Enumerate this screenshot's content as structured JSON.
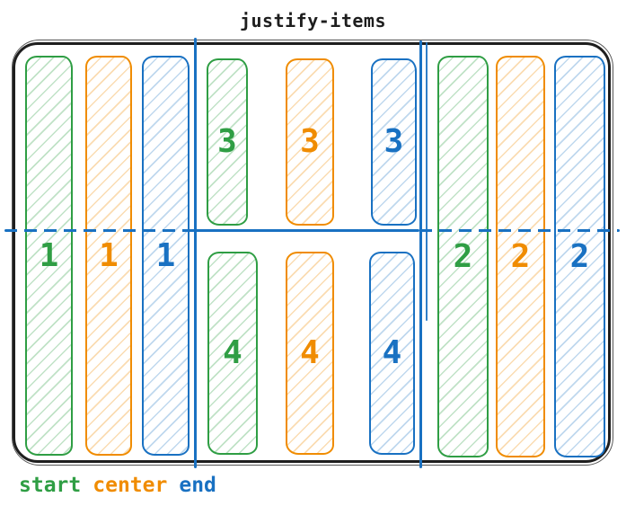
{
  "title": "justify-items",
  "palette": {
    "green": "#2f9e44",
    "orange": "#f08c00",
    "blue": "#1971c2",
    "ink": "#1e1e1e"
  },
  "legend": {
    "items": [
      {
        "label": "start",
        "color": "#2f9e44"
      },
      {
        "label": "center",
        "color": "#f08c00"
      },
      {
        "label": "end",
        "color": "#1971c2"
      }
    ]
  },
  "diagram": {
    "property": "justify-items",
    "grid": {
      "columns": 3,
      "rows": 2,
      "line_color": "#1971c2",
      "container_color": "#1e1e1e"
    },
    "items": {
      "column1": [
        {
          "label": "1",
          "alignment": "start",
          "color": "#2f9e44"
        },
        {
          "label": "1",
          "alignment": "center",
          "color": "#f08c00"
        },
        {
          "label": "1",
          "alignment": "end",
          "color": "#1971c2"
        }
      ],
      "column2_row1": [
        {
          "label": "3",
          "alignment": "start",
          "color": "#2f9e44"
        },
        {
          "label": "3",
          "alignment": "center",
          "color": "#f08c00"
        },
        {
          "label": "3",
          "alignment": "end",
          "color": "#1971c2"
        }
      ],
      "column2_row2": [
        {
          "label": "4",
          "alignment": "start",
          "color": "#2f9e44"
        },
        {
          "label": "4",
          "alignment": "center",
          "color": "#f08c00"
        },
        {
          "label": "4",
          "alignment": "end",
          "color": "#1971c2"
        }
      ],
      "column3": [
        {
          "label": "2",
          "alignment": "start",
          "color": "#2f9e44"
        },
        {
          "label": "2",
          "alignment": "center",
          "color": "#f08c00"
        },
        {
          "label": "2",
          "alignment": "end",
          "color": "#1971c2"
        }
      ]
    }
  }
}
